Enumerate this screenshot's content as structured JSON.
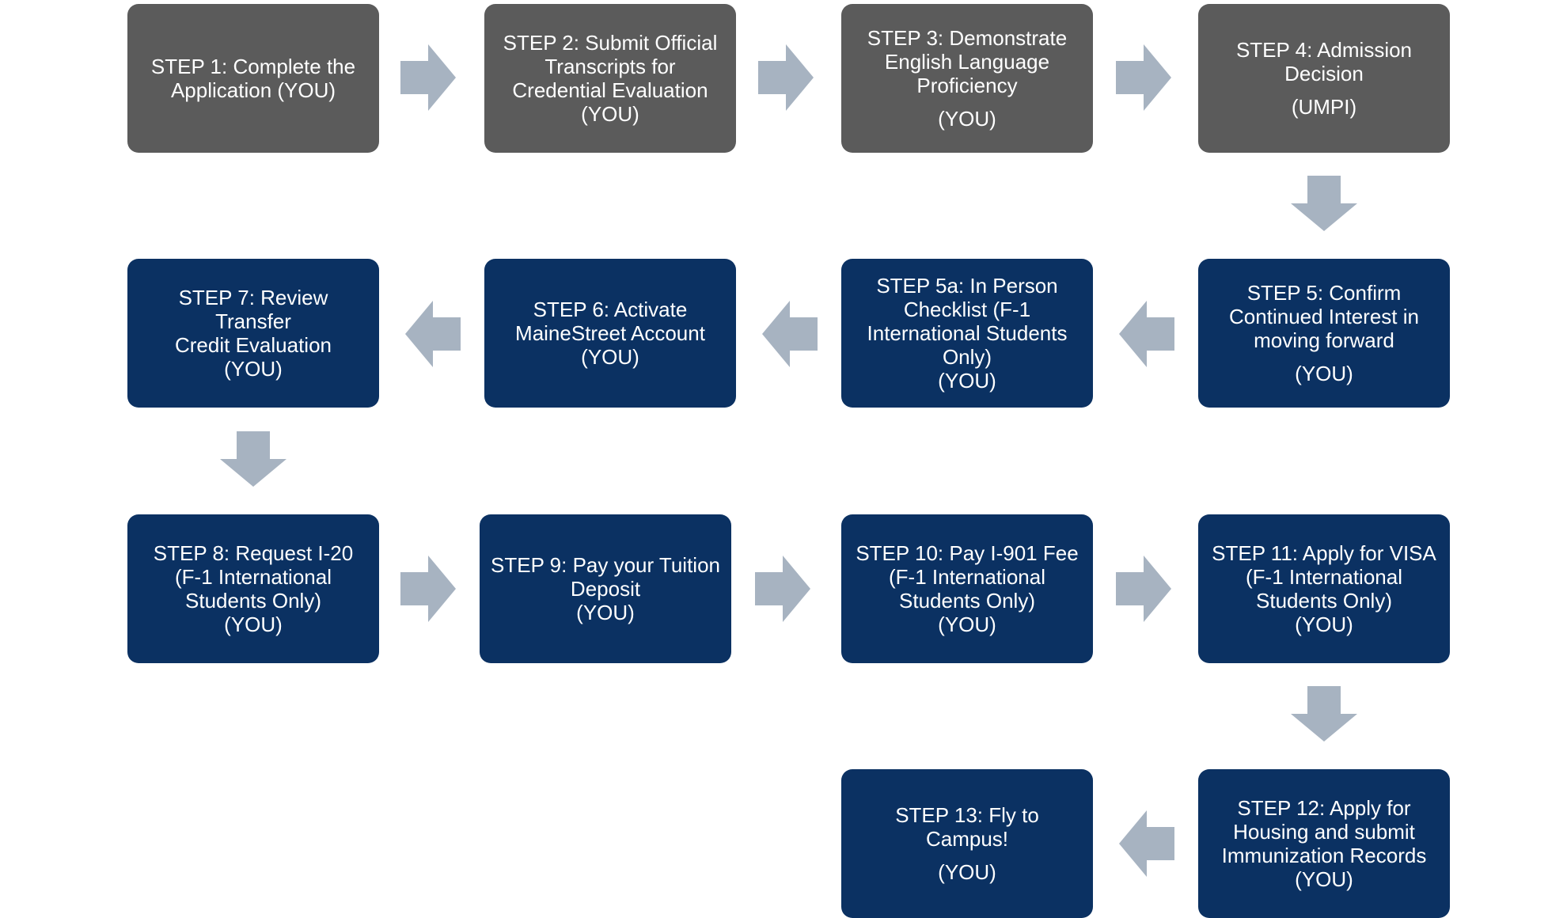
{
  "colors": {
    "you_ahead_gray": "#5b5b5b",
    "step_navy": "#0b3162",
    "arrow_gray_blue": "#a7b3c1",
    "text_white": "#ffffff"
  },
  "steps": [
    {
      "id": "step-1",
      "title": "STEP 1: Complete the\nApplication (YOU)",
      "owner": ""
    },
    {
      "id": "step-2",
      "title": "STEP 2: Submit Official\nTranscripts for\nCredential Evaluation\n(YOU)",
      "owner": ""
    },
    {
      "id": "step-3",
      "title": "STEP 3: Demonstrate\nEnglish Language\nProficiency",
      "owner": "(YOU)"
    },
    {
      "id": "step-4",
      "title": "STEP 4: Admission\nDecision",
      "owner": "(UMPI)"
    },
    {
      "id": "step-5",
      "title": "STEP 5: Confirm\nContinued Interest in\nmoving forward",
      "owner": "(YOU)"
    },
    {
      "id": "step-5a",
      "title": "STEP 5a: In Person\nChecklist (F-1\nInternational Students\nOnly)\n(YOU)",
      "owner": ""
    },
    {
      "id": "step-6",
      "title": "STEP 6: Activate\nMaineStreet Account\n(YOU)",
      "owner": ""
    },
    {
      "id": "step-7",
      "title": "STEP 7: Review Transfer\nCredit Evaluation\n(YOU)",
      "owner": ""
    },
    {
      "id": "step-8",
      "title": "STEP 8: Request I-20\n(F-1 International\nStudents Only)\n(YOU)",
      "owner": ""
    },
    {
      "id": "step-9",
      "title": "STEP 9: Pay your Tuition\nDeposit\n(YOU)",
      "owner": ""
    },
    {
      "id": "step-10",
      "title": "STEP 10: Pay I-901 Fee\n(F-1 International\nStudents Only)\n(YOU)",
      "owner": ""
    },
    {
      "id": "step-11",
      "title": "STEP 11: Apply for VISA\n(F-1 International\nStudents Only)\n(YOU)",
      "owner": ""
    },
    {
      "id": "step-12",
      "title": "STEP 12: Apply for\nHousing and submit\nImmunization Records\n(YOU)",
      "owner": ""
    },
    {
      "id": "step-13",
      "title": "STEP 13: Fly to Campus!",
      "owner": "(YOU)"
    }
  ]
}
